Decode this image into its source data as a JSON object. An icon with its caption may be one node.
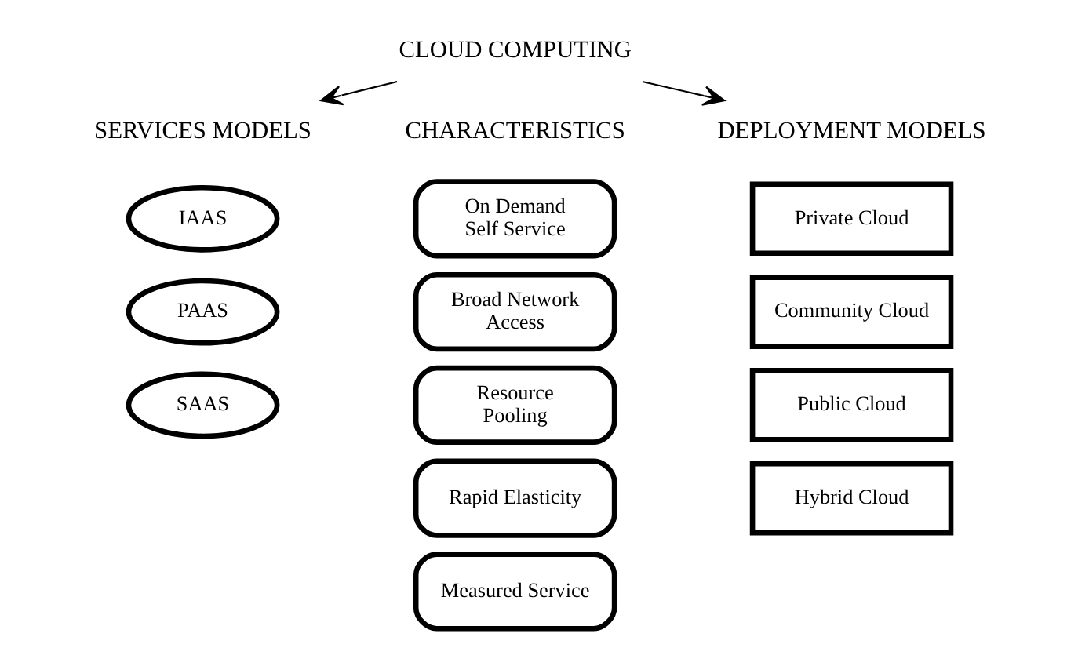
{
  "diagram": {
    "nodes": [
      {
        "text": [
          "CLOUD COMPUTING"
        ]
      },
      {
        "text": [
          "SERVICES MODELS"
        ]
      },
      {
        "text": [
          "IAAS"
        ]
      },
      {
        "text": [
          "PAAS"
        ]
      },
      {
        "text": [
          "SAAS"
        ]
      },
      {
        "text": [
          "CHARACTERISTICS"
        ]
      },
      {
        "text": [
          "On Demand Self Service"
        ]
      },
      {
        "text": [
          "Broad Network Access"
        ]
      },
      {
        "text": [
          "Resource Pooling"
        ]
      },
      {
        "text": [
          "Rapid Elasticity"
        ]
      },
      {
        "text": [
          "Measured Service"
        ]
      },
      {
        "text": [
          "DEPLOYMENT MODELS"
        ]
      },
      {
        "text": [
          "Private Cloud"
        ]
      },
      {
        "text": [
          "Community Cloud"
        ]
      },
      {
        "text": [
          "Public Cloud"
        ]
      },
      {
        "text": [
          "Hybrid Cloud"
        ]
      }
    ],
    "edges": [
      {
        "from": 0,
        "to": 1,
        "arrow": "to"
      },
      {
        "from": 0,
        "to": 11,
        "arrow": "to"
      }
    ]
  }
}
